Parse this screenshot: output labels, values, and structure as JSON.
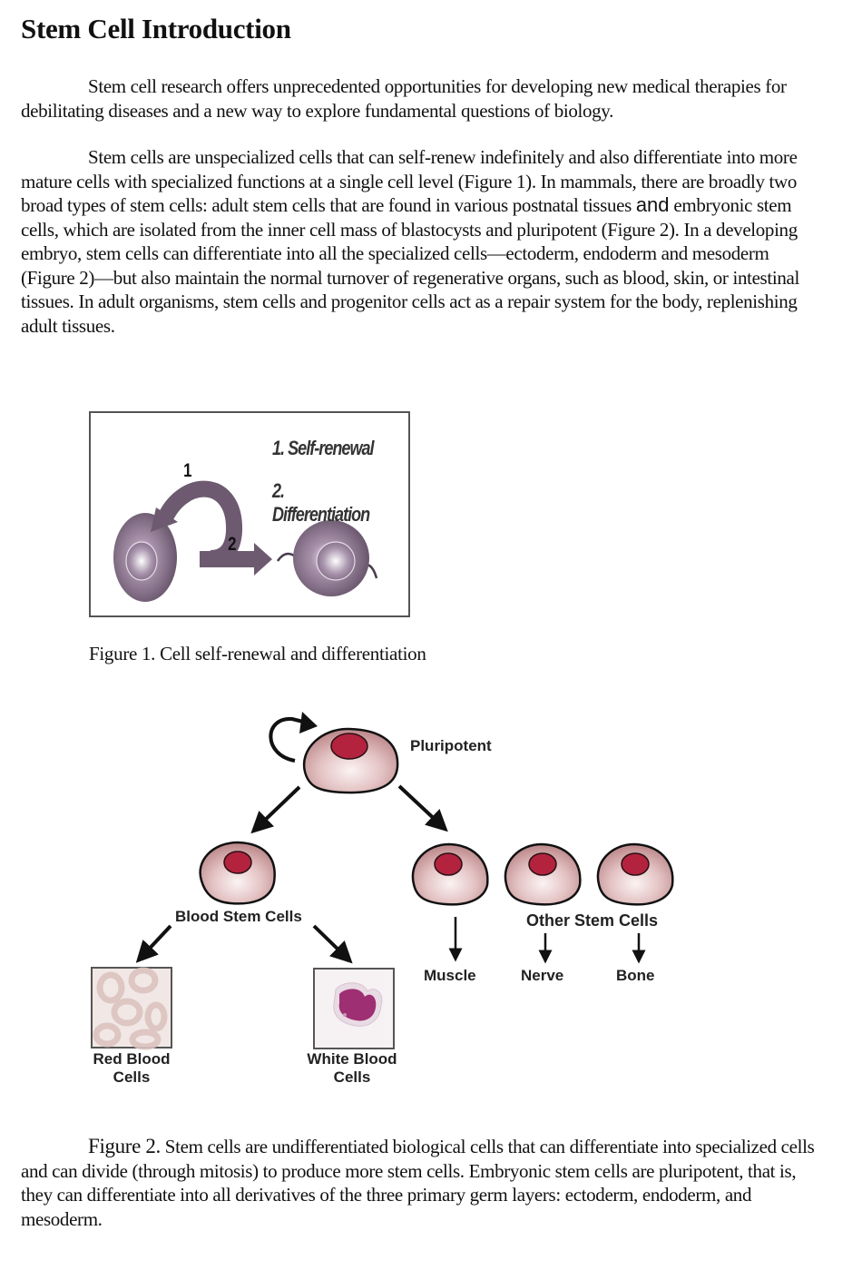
{
  "title": "Stem Cell Introduction",
  "paragraphs": {
    "intro": "Stem cell research offers unprecedented opportunities for developing new medical therapies for debilitating diseases and a new way to explore fundamental questions of biology.",
    "body_before_and": "Stem cells are unspecialized cells that can self-renew indefinitely and also differentiate into more mature cells with specialized functions at a single cell level (Figure 1). In mammals, there are broadly two broad types of stem cells: adult stem cells that are found in various postnatal tissues ",
    "body_and": "and",
    "body_after_and": " embryonic stem cells, which are isolated from the inner cell mass of blastocysts and pluripotent (Figure 2). In a developing embryo, stem cells can differentiate into all the specialized cells—ectoderm, endoderm and mesoderm (Figure 2)—but also maintain the normal turnover of regenerative organs, such as blood, skin, or intestinal tissues. In adult organisms, stem cells and progenitor cells act as a repair system for the body, replenishing adult tissues."
  },
  "figure1": {
    "legend_1": "1. Self-renewal",
    "legend_2": "2. Differentiation",
    "arrow_1_label": "1",
    "arrow_2_label": "2",
    "caption": "Figure 1. Cell self-renewal and differentiation"
  },
  "figure2": {
    "pluripotent": "Pluripotent",
    "blood_stem_cells": "Blood Stem Cells",
    "other_stem_cells": "Other Stem Cells",
    "red_blood_cells": "Red Blood Cells",
    "white_blood_cells": "White Blood Cells",
    "muscle": "Muscle",
    "nerve": "Nerve",
    "bone": "Bone",
    "colors": {
      "cell_fill_center": "#f6e8e8",
      "cell_fill_edge": "#c99a9c",
      "nucleus": "#b3233e",
      "outline": "#1a1a1a"
    },
    "caption_lead": "Figure 2.",
    "caption_text": " Stem cells are undifferentiated biological cells that can differentiate into specialized cells and can divide (through mitosis) to produce more stem cells. Embryonic stem cells are pluripotent, that is, they can differentiate into all derivatives of the three primary germ layers: ectoderm, endoderm, and mesoderm."
  }
}
